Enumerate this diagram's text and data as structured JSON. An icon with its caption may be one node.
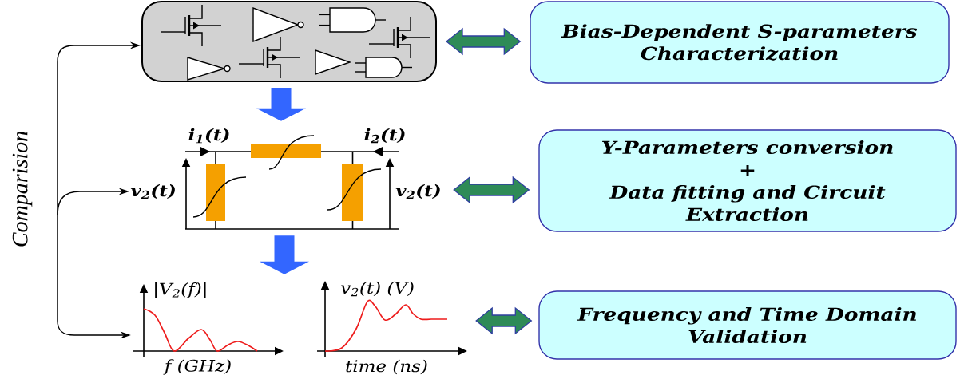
{
  "diagram": {
    "nodes": [
      {
        "text": [],
        "shape": "box"
      },
      {
        "text": [
          "i$_{1}$(t)",
          "i$_{2}$(t)",
          "v$_{2}$(t)",
          "v$_{2}$(t)"
        ]
      },
      {
        "text": [
          "|V$_{2}$(f)|",
          "v$_{2}$(t) (V)",
          "f (GHz)",
          "time (ns)"
        ]
      },
      {
        "text": [
          "Bias-Dependent S-parameters Characterization"
        ]
      },
      {
        "text": [
          "Y-Parameters conversion",
          "+",
          "Data fitting and Circuit Extraction"
        ]
      },
      {
        "text": [
          "Frequency and Time Domain Validation"
        ]
      }
    ],
    "edges": [
      {
        "from": null,
        "to": 0,
        "arrow": "to"
      },
      {
        "from": null,
        "to": 1,
        "arrow": "to"
      },
      {
        "from": null,
        "to": 2,
        "arrow": "to"
      },
      {
        "from": 0,
        "to": 1,
        "arrow": "to",
        "style": "thick",
        "color": "#3366ff"
      },
      {
        "from": 1,
        "to": 2,
        "arrow": "to",
        "style": "thick",
        "color": "#3366ff"
      },
      {
        "from": 0,
        "to": 3,
        "arrow": "both",
        "style": "thick",
        "color": "#2e8b57"
      },
      {
        "from": 1,
        "to": 4,
        "arrow": "both",
        "style": "thick",
        "color": "#2e8b57"
      },
      {
        "from": 2,
        "to": 5,
        "arrow": "both",
        "style": "thick",
        "color": "#2e8b57"
      }
    ],
    "labels": [
      "Comparision"
    ]
  }
}
